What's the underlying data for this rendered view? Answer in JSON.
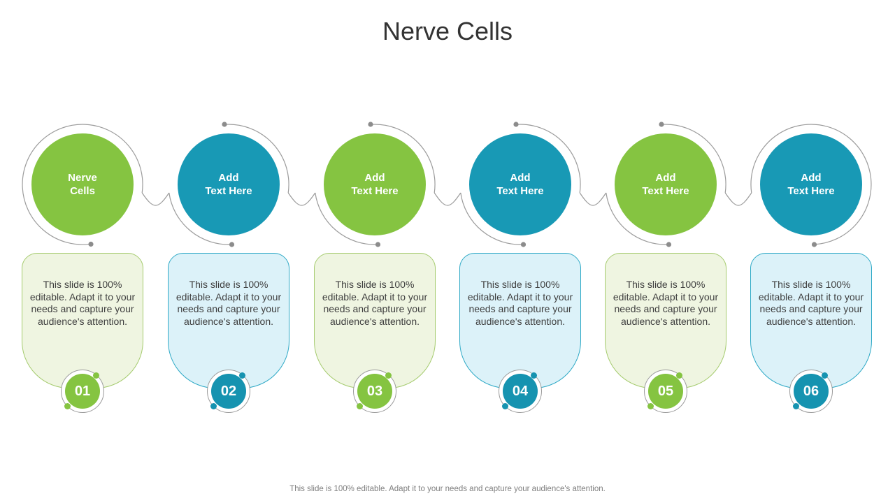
{
  "title": "Nerve Cells",
  "footer": "This slide is 100% editable. Adapt it to your needs and capture your audience's attention.",
  "colors": {
    "green": "#85C441",
    "teal": "#1899B5",
    "green_card_bg": "#EFF5E1",
    "green_card_border": "#A5CB6E",
    "teal_card_bg": "#DCF2F9",
    "teal_card_border": "#2EA9C6",
    "swirl_line": "#9C9C9C",
    "swirl_dot": "#8C8C8C",
    "body_text": "#3F3F3F",
    "title_text": "#333333"
  },
  "items": [
    {
      "number": "01",
      "theme": "green",
      "circle_line1": "Nerve",
      "circle_line2": "Cells",
      "body": "This slide is 100% editable. Adapt it to your needs and capture your audience's attention."
    },
    {
      "number": "02",
      "theme": "teal",
      "circle_line1": "Add",
      "circle_line2": "Text Here",
      "body": "This slide is 100% editable. Adapt it to your needs and capture your audience's attention."
    },
    {
      "number": "03",
      "theme": "green",
      "circle_line1": "Add",
      "circle_line2": "Text Here",
      "body": "This slide is 100% editable. Adapt it to your needs and capture your audience's attention."
    },
    {
      "number": "04",
      "theme": "teal",
      "circle_line1": "Add",
      "circle_line2": "Text Here",
      "body": "This slide is 100% editable. Adapt it to your needs and capture your audience's attention."
    },
    {
      "number": "05",
      "theme": "green",
      "circle_line1": "Add",
      "circle_line2": "Text Here",
      "body": "This slide is 100% editable. Adapt it to your needs and capture your audience's attention."
    },
    {
      "number": "06",
      "theme": "teal",
      "circle_line1": "Add",
      "circle_line2": "Text Here",
      "body": "This slide is 100% editable. Adapt it to your needs and capture your audience's attention."
    }
  ]
}
